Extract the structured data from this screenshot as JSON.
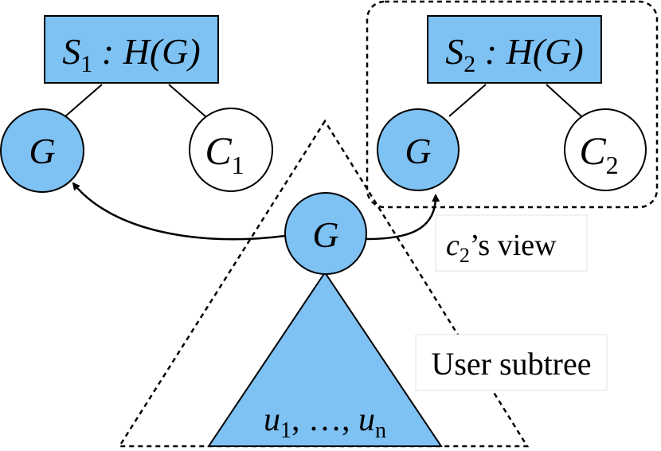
{
  "colors": {
    "node_fill": "#7ec1f3",
    "stroke": "#000000",
    "background": "#ffffff"
  },
  "server1": {
    "label": {
      "s": "S",
      "sub": "1",
      "rest": " : H(G)"
    }
  },
  "server2": {
    "label": {
      "s": "S",
      "sub": "2",
      "rest": " : H(G)"
    }
  },
  "left_group_node": {
    "label": "G"
  },
  "right_group_node": {
    "label": "G"
  },
  "center_group_node": {
    "label": "G"
  },
  "client1": {
    "label": "C",
    "sub": "1"
  },
  "client2": {
    "label": "C",
    "sub": "2"
  },
  "users": {
    "u": "u",
    "u_sub": "1",
    "mid": ", …, ",
    "u2": "u",
    "u2_sub": "n"
  },
  "view_label": {
    "c": "c",
    "sub": "2",
    "rest": "’s view"
  },
  "subtree_label": "User subtree"
}
